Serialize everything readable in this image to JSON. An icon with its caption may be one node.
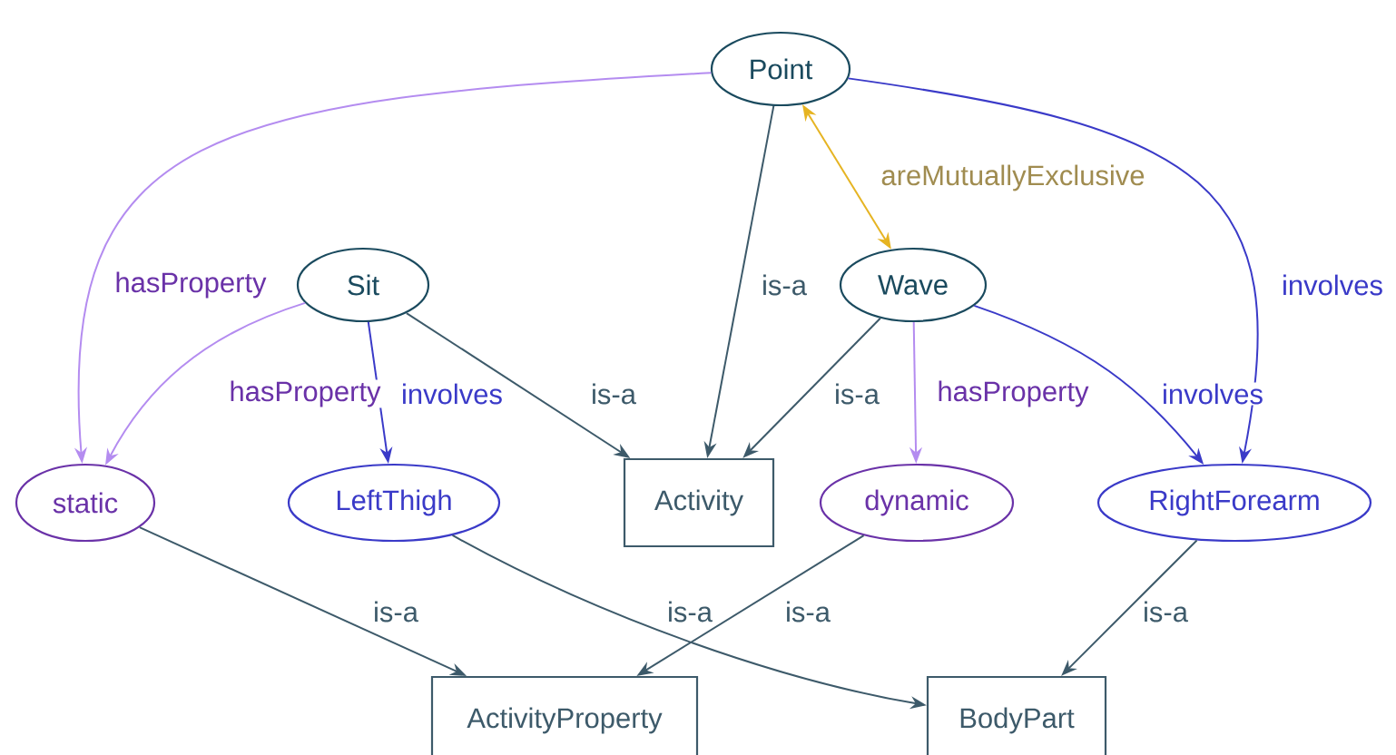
{
  "diagram": {
    "nodes": [
      {
        "text": [
          "Point"
        ]
      },
      {
        "text": [
          "Sit"
        ]
      },
      {
        "text": [
          "Wave"
        ]
      },
      {
        "text": [
          "static"
        ]
      },
      {
        "text": [
          "LeftThigh"
        ]
      },
      {
        "text": [
          "Activity"
        ]
      },
      {
        "text": [
          "dynamic"
        ]
      },
      {
        "text": [
          "RightForearm"
        ]
      },
      {
        "text": [
          "ActivityProperty"
        ]
      },
      {
        "text": [
          "BodyPart"
        ]
      }
    ],
    "edges": [
      {
        "from": 0,
        "to": 3,
        "arrow": "to",
        "label": "hasProperty",
        "color": "#b48cf0"
      },
      {
        "from": 0,
        "to": 5,
        "arrow": "to",
        "label": "is-a"
      },
      {
        "from": 0,
        "to": 2,
        "arrow": "both",
        "label": "areMutuallyExclusive",
        "color": "#e6b422"
      },
      {
        "from": 0,
        "to": 7,
        "arrow": "to",
        "label": "involves",
        "color": "#3a3ac8"
      },
      {
        "from": 1,
        "to": 3,
        "arrow": "to",
        "label": "hasProperty",
        "color": "#b48cf0"
      },
      {
        "from": 1,
        "to": 4,
        "arrow": "to",
        "label": "involves",
        "color": "#3a3ac8"
      },
      {
        "from": 1,
        "to": 5,
        "arrow": "to",
        "label": "is-a"
      },
      {
        "from": 2,
        "to": 5,
        "arrow": "to",
        "label": "is-a"
      },
      {
        "from": 2,
        "to": 6,
        "arrow": "to",
        "label": "hasProperty",
        "color": "#b48cf0"
      },
      {
        "from": 2,
        "to": 7,
        "arrow": "to",
        "label": "involves",
        "color": "#3a3ac8"
      },
      {
        "from": 3,
        "to": 8,
        "arrow": "to",
        "label": "is-a"
      },
      {
        "from": 4,
        "to": 9,
        "arrow": "to",
        "label": "is-a"
      },
      {
        "from": 6,
        "to": 8,
        "arrow": "to",
        "label": "is-a"
      },
      {
        "from": 7,
        "to": 9,
        "arrow": "to",
        "label": "is-a"
      }
    ]
  }
}
